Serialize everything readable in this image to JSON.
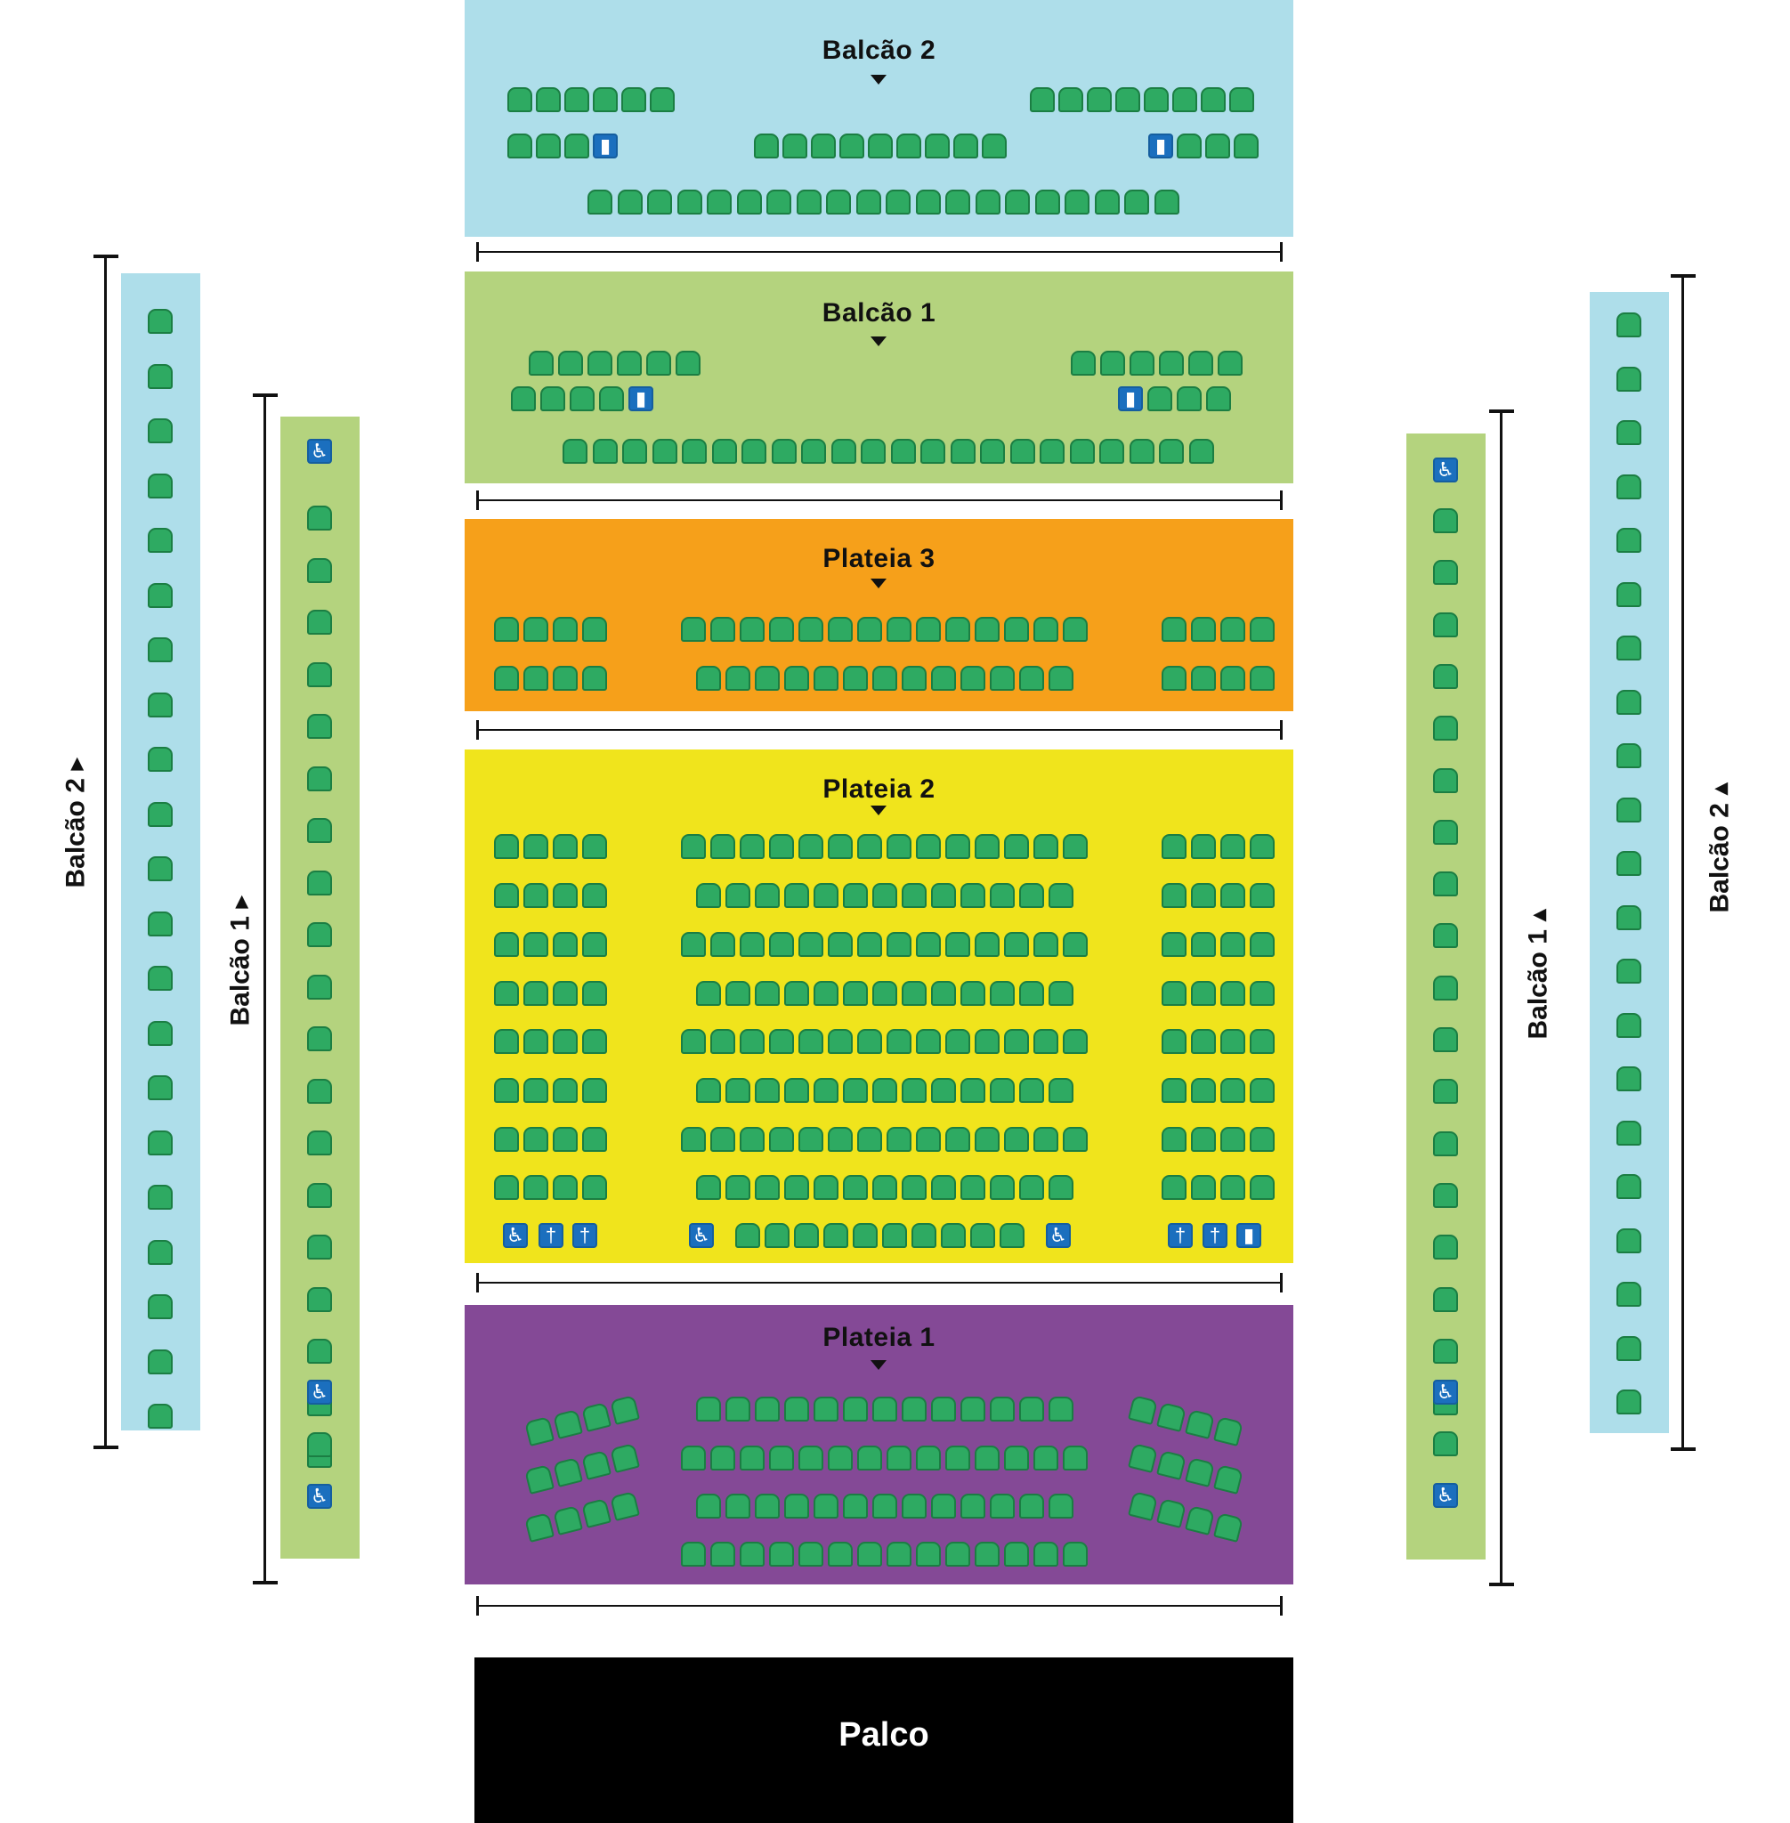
{
  "colors": {
    "balcao2": "#aedeea",
    "balcao1": "#b4d37e",
    "plateia3": "#f6a01a",
    "plateia2": "#f0e41c",
    "plateia1": "#844996",
    "seat": "#2eaa62",
    "accessible": "#1b6fbe",
    "stage": "#000000"
  },
  "sections": {
    "balcao2": {
      "title": "Balcão 2"
    },
    "balcao1": {
      "title": "Balcão 1"
    },
    "plateia3": {
      "title": "Plateia 3"
    },
    "plateia2": {
      "title": "Plateia 2"
    },
    "plateia1": {
      "title": "Plateia 1"
    }
  },
  "side_labels": {
    "left_outer": "Balcão 2",
    "left_inner": "Balcão 1",
    "right_inner": "Balcão 1",
    "right_outer": "Balcão 2"
  },
  "stage": {
    "label": "Palco"
  },
  "icons": {
    "wheelchair": "wheelchair-icon",
    "obese": "obese-person-icon",
    "reduced_mobility": "reduced-mobility-icon",
    "arrow": "arrow-down-icon"
  }
}
